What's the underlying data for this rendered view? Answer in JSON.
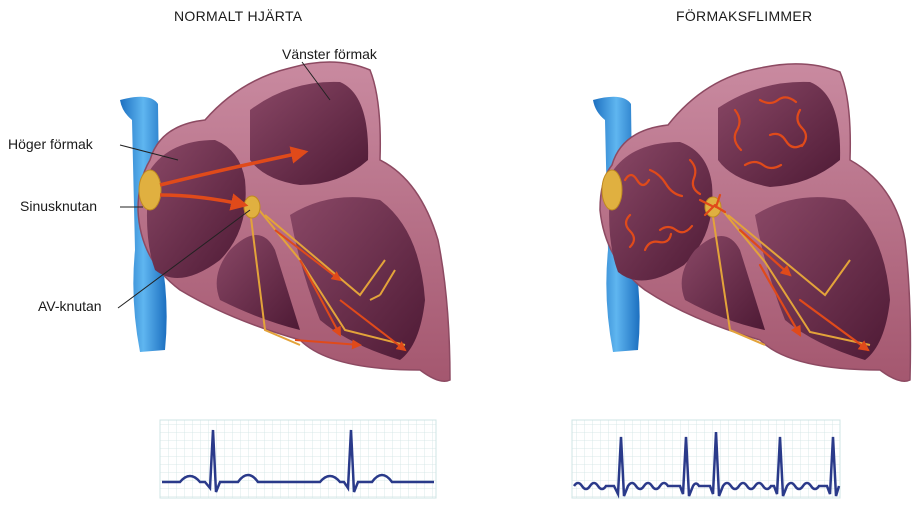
{
  "panels": {
    "normal": {
      "title": "NORMALT HJÄRTA"
    },
    "afib": {
      "title": "FÖRMAKSFLIMMER"
    }
  },
  "labels": {
    "left_atrium": "Vänster förmak",
    "right_atrium": "Höger förmak",
    "sinus_node": "Sinusknutan",
    "av_node": "AV-knutan"
  },
  "colors": {
    "vessel": "#2d8fd8",
    "heart_wall": "#b0667e",
    "chamber": "#6b2a4a",
    "node": "#e0b040",
    "signal": "#e04a1a",
    "conduction": "#e3a33a",
    "ecg_trace": "#2a3a8a",
    "ecg_grid": "#cfe4e4"
  },
  "ecg": {
    "normal_rhythm": "regular",
    "afib_rhythm": "irregular"
  }
}
